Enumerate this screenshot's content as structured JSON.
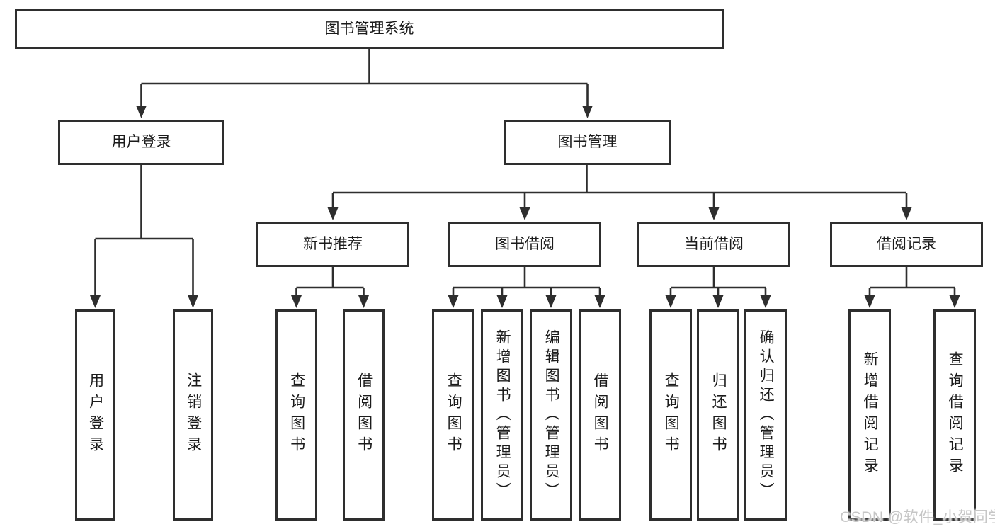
{
  "diagram": {
    "root": {
      "label": "图书管理系统"
    },
    "branches": [
      {
        "label": "用户登录",
        "children": [
          {
            "label": "用户登录"
          },
          {
            "label": "注销登录"
          }
        ]
      },
      {
        "label": "图书管理",
        "children": [
          {
            "label": "新书推荐",
            "children": [
              {
                "label": "查询图书"
              },
              {
                "label": "借阅图书"
              }
            ]
          },
          {
            "label": "图书借阅",
            "children": [
              {
                "label": "查询图书"
              },
              {
                "label": "新增图书（管理员）"
              },
              {
                "label": "编辑图书（管理员）"
              },
              {
                "label": "借阅图书"
              }
            ]
          },
          {
            "label": "当前借阅",
            "children": [
              {
                "label": "查询图书"
              },
              {
                "label": "归还图书"
              },
              {
                "label": "确认归还（管理员）"
              }
            ]
          },
          {
            "label": "借阅记录",
            "children": [
              {
                "label": "新增借阅记录"
              },
              {
                "label": "查询借阅记录"
              }
            ]
          }
        ]
      }
    ]
  },
  "watermark": {
    "text": "CSDN @软件_小贺同学"
  },
  "colors": {
    "line": "#2e2e2e",
    "box_border": "#2e2e2e",
    "text": "#1b1b1b",
    "background": "#ffffff",
    "watermark": "#c6c6c6"
  }
}
